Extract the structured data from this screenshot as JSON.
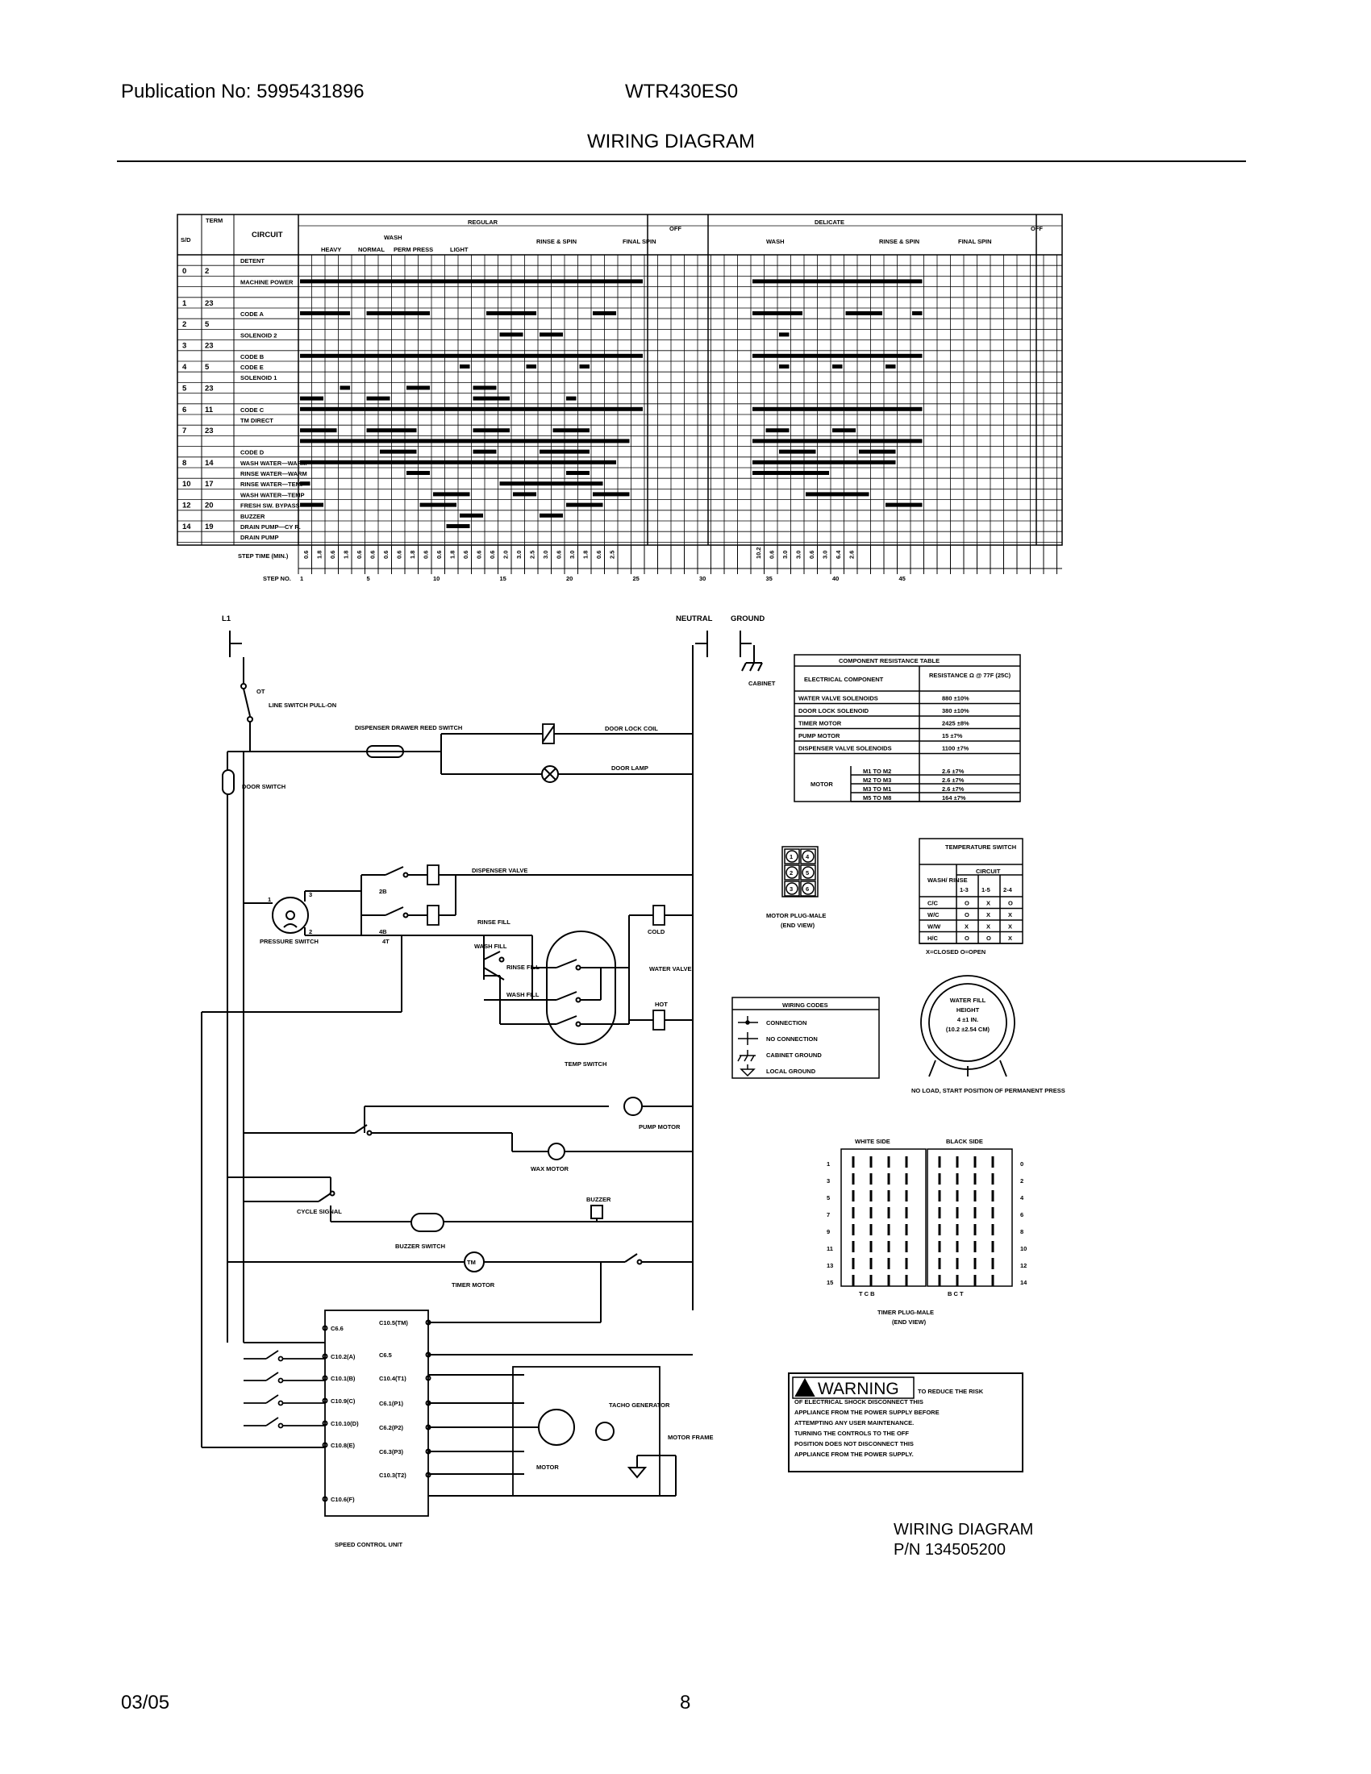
{
  "header": {
    "publication": "Publication No: 5995431896",
    "model": "WTR430ES0",
    "title": "WIRING DIAGRAM"
  },
  "footer": {
    "date": "03/05",
    "page": "8"
  },
  "timer_chart": {
    "col_headers": [
      "S/D",
      "TERM",
      "CIRCUIT"
    ],
    "groups": {
      "regular": "REGULAR",
      "off": "OFF",
      "delicate": "DELICATE"
    },
    "regular_sub": {
      "wash": "WASH",
      "heavy": "HEAVY",
      "normal": "NORMAL",
      "perm_press": "PERM PRESS",
      "light": "LIGHT",
      "rinse_spin": "RINSE & SPIN",
      "final_spin": "FINAL SPIN"
    },
    "delicate_sub": {
      "wash": "WASH",
      "rinse_spin": "RINSE & SPIN",
      "final_spin": "FINAL SPIN"
    },
    "off2": "OFF",
    "circuits": [
      "DETENT",
      "MACHINE POWER",
      "CODE A",
      "SOLENOID 2",
      "CODE B",
      "CODE E",
      "SOLENOID 1",
      "CODE C",
      "TM DIRECT",
      "CODE D",
      "WASH WATER—WARM",
      "RINSE WATER—WARM",
      "RINSE WATER—TEMP",
      "WASH WATER—TEMP",
      "FRESH SW. BYPASS",
      "BUZZER",
      "DRAIN PUMP—CY R.",
      "DRAIN PUMP"
    ],
    "sd_values": [
      "0",
      "1",
      "2",
      "3",
      "4",
      "5",
      "6",
      "7",
      "8",
      "10",
      "12",
      "14"
    ],
    "term_values": [
      "2",
      "23",
      "5",
      "23",
      "5",
      "23",
      "11",
      "23",
      "14",
      "17",
      "20",
      "19"
    ],
    "step_time_label": "STEP TIME (MIN.)",
    "step_no_label": "STEP NO.",
    "step_times": [
      "0.6",
      "1.8",
      "0.6",
      "1.8",
      "0.6",
      "0.6",
      "0.6",
      "0.6",
      "1.8",
      "0.6",
      "0.6",
      "1.8",
      "0.6",
      "0.6",
      "0.6",
      "2.0",
      "3.0",
      "2.5",
      "3.0",
      "0.6",
      "3.0",
      "1.8",
      "0.6",
      "2.5",
      "10.2",
      "0.6",
      "3.0",
      "3.0",
      "0.6",
      "3.0",
      "6.4",
      "2.6"
    ],
    "step_numbers": [
      "1",
      "5",
      "10",
      "15",
      "20",
      "25",
      "30",
      "35",
      "40",
      "45"
    ]
  },
  "schematic": {
    "l1": "L1",
    "neutral": "NEUTRAL",
    "ground": "GROUND",
    "cabinet": "CABINET",
    "line_switch": "LINE SWITCH PULL-ON",
    "ot": "OT",
    "dispenser_drawer": "DISPENSER DRAWER REED SWITCH",
    "door_lock_coil": "DOOR LOCK COIL",
    "door_lamp": "DOOR LAMP",
    "door_switch": "DOOR SWITCH",
    "dispenser_valve": "DISPENSER VALVE",
    "pressure_switch": "PRESSURE SWITCH",
    "cold": "COLD",
    "hot": "HOT",
    "water_valve": "WATER VALVE",
    "rinse_fill": "RINSE FILL",
    "wash_fill": "WASH FILL",
    "temp_switch": "TEMP SWITCH",
    "pump_motor": "PUMP MOTOR",
    "wax_motor": "WAX MOTOR",
    "cycle_signal": "CYCLE SIGNAL",
    "buzzer": "BUZZER",
    "buzzer_switch": "BUZZER SWITCH",
    "timer_motor": "TIMER MOTOR",
    "tm": "TM",
    "speed_control_unit": "SPEED CONTROL UNIT",
    "tacho_generator": "TACHO GENERATOR",
    "motor": "MOTOR",
    "motor_frame": "MOTOR FRAME",
    "scu_left": [
      "C6.6",
      "C10.2(A)",
      "C10.1(B)",
      "C10.9(C)",
      "C10.10(D)",
      "C10.8(E)",
      "C10.6(F)"
    ],
    "scu_right": [
      "C10.5(TM)",
      "C6.5",
      "C10.4(T1)",
      "C6.1(P1)",
      "C6.2(P2)",
      "C6.3(P3)",
      "C10.3(T2)"
    ]
  },
  "resistance_table": {
    "title": "COMPONENT RESISTANCE TABLE",
    "col1": "ELECTRICAL COMPONENT",
    "col2": "RESISTANCE Ω @ 77F (25C)",
    "rows": [
      [
        "WATER VALVE SOLENOIDS",
        "880 ±10%"
      ],
      [
        "DOOR LOCK SOLENOID",
        "380 ±10%"
      ],
      [
        "TIMER MOTOR",
        "2425 ±8%"
      ],
      [
        "PUMP MOTOR",
        "15 ±7%"
      ],
      [
        "DISPENSER VALVE SOLENOIDS",
        "1100 ±7%"
      ]
    ],
    "motor_label": "MOTOR",
    "motor_rows": [
      [
        "M1 TO M2",
        "2.6 ±7%"
      ],
      [
        "M2 TO M3",
        "2.6 ±7%"
      ],
      [
        "M3 TO M1",
        "2.6 ±7%"
      ],
      [
        "M5 TO M8",
        "164 ±7%"
      ]
    ]
  },
  "motor_plug": {
    "label": "MOTOR PLUG-MALE",
    "sub": "(END VIEW)",
    "pins": [
      "1",
      "4",
      "2",
      "5",
      "3",
      "6"
    ]
  },
  "temperature_switch": {
    "title": "TEMPERATURE SWITCH",
    "circuit": "CIRCUIT",
    "wash_rinse": "WASH/ RINSE",
    "cols": [
      "1-3",
      "1-5",
      "2-4"
    ],
    "rows": [
      [
        "C/C",
        "O",
        "X",
        "O"
      ],
      [
        "W/C",
        "O",
        "X",
        "X"
      ],
      [
        "W/W",
        "X",
        "X",
        "X"
      ],
      [
        "H/C",
        "O",
        "O",
        "X"
      ]
    ],
    "legend": "X=CLOSED O=OPEN"
  },
  "wiring_codes": {
    "title": "WIRING CODES",
    "items": [
      "CONNECTION",
      "NO CONNECTION",
      "CABINET GROUND",
      "LOCAL GROUND"
    ]
  },
  "water_fill": {
    "lines": [
      "WATER FILL",
      "HEIGHT",
      "4 ±1 IN.",
      "(10.2 ±2.54 CM)"
    ],
    "note": "NO LOAD, START POSITION OF PERMANENT PRESS"
  },
  "timer_plug": {
    "white_side": "WHITE SIDE",
    "black_side": "BLACK SIDE",
    "left_numbers": [
      "1",
      "3",
      "5",
      "7",
      "9",
      "11",
      "13",
      "15"
    ],
    "right_numbers": [
      "0",
      "2",
      "4",
      "6",
      "8",
      "10",
      "12",
      "14"
    ],
    "white_bottom": "T  C  B",
    "black_bottom": "B  C  T",
    "label": "TIMER PLUG-MALE",
    "sub": "(END VIEW)"
  },
  "warning": {
    "word": "WARNING",
    "text": "TO REDUCE THE RISK OF ELECTRICAL SHOCK DISCONNECT THIS APPLIANCE FROM THE POWER SUPPLY BEFORE ATTEMPTING ANY USER MAINTENANCE. TURNING THE CONTROLS TO THE OFF POSITION DOES NOT DISCONNECT THIS APPLIANCE FROM THE POWER SUPPLY."
  },
  "part_number": {
    "title": "WIRING DIAGRAM",
    "pn": "P/N 134505200"
  }
}
